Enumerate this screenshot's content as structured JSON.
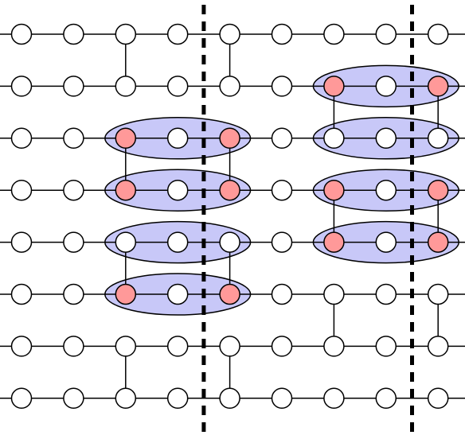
{
  "diagram": {
    "rows": 8,
    "cols": 9,
    "vertical_bonds": [
      {
        "col": 2,
        "rows": [
          0,
          1
        ]
      },
      {
        "col": 4,
        "rows": [
          0,
          1
        ]
      },
      {
        "col": 2,
        "rows": [
          2,
          3
        ]
      },
      {
        "col": 4,
        "rows": [
          2,
          3
        ]
      },
      {
        "col": 2,
        "rows": [
          4,
          5
        ]
      },
      {
        "col": 4,
        "rows": [
          4,
          5
        ]
      },
      {
        "col": 6,
        "rows": [
          1,
          2
        ]
      },
      {
        "col": 8,
        "rows": [
          1,
          2
        ]
      },
      {
        "col": 6,
        "rows": [
          3,
          4
        ]
      },
      {
        "col": 8,
        "rows": [
          3,
          4
        ]
      },
      {
        "col": 6,
        "rows": [
          5,
          6
        ]
      },
      {
        "col": 8,
        "rows": [
          5,
          6
        ]
      },
      {
        "col": 2,
        "rows": [
          6,
          7
        ]
      },
      {
        "col": 4,
        "rows": [
          6,
          7
        ]
      }
    ],
    "ellipse_groups": [
      {
        "row": 2,
        "cols": [
          2,
          4
        ]
      },
      {
        "row": 3,
        "cols": [
          2,
          4
        ]
      },
      {
        "row": 4,
        "cols": [
          2,
          4
        ]
      },
      {
        "row": 5,
        "cols": [
          2,
          4
        ]
      },
      {
        "row": 1,
        "cols": [
          6,
          8
        ]
      },
      {
        "row": 2,
        "cols": [
          6,
          8
        ]
      },
      {
        "row": 3,
        "cols": [
          6,
          8
        ]
      },
      {
        "row": 4,
        "cols": [
          6,
          8
        ]
      }
    ],
    "highlighted_nodes": [
      [
        2,
        2
      ],
      [
        2,
        4
      ],
      [
        3,
        2
      ],
      [
        3,
        4
      ],
      [
        5,
        2
      ],
      [
        5,
        4
      ],
      [
        1,
        6
      ],
      [
        1,
        8
      ],
      [
        3,
        6
      ],
      [
        3,
        8
      ],
      [
        4,
        6
      ],
      [
        4,
        8
      ]
    ],
    "dashed_dividers_after_col": [
      3,
      7
    ],
    "colors": {
      "line": "#000000",
      "node_fill": "#ffffff",
      "highlight_fill": "#ff9999",
      "ellipse_fill": "#c8c8f8",
      "background": "#ffffff"
    }
  }
}
